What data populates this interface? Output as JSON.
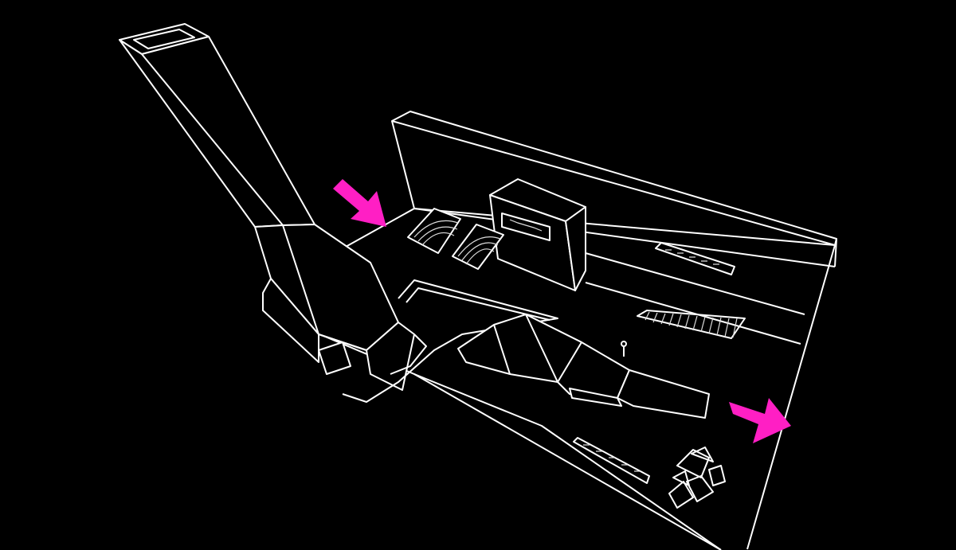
{
  "diagram": {
    "colors": {
      "background": "#000000",
      "line": "#ffffff",
      "arrow": "#ff1fc4"
    },
    "arrows": [
      {
        "name": "entry-arrow",
        "direction": "down-right"
      },
      {
        "name": "exit-arrow",
        "direction": "right"
      }
    ]
  }
}
